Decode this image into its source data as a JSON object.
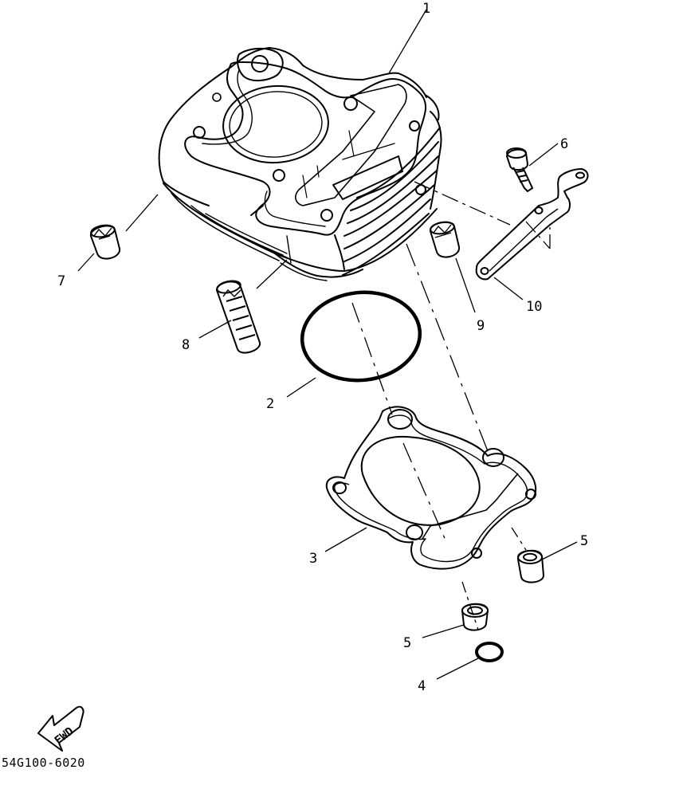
{
  "callouts": [
    {
      "id": "1",
      "label": "1"
    },
    {
      "id": "2",
      "label": "2"
    },
    {
      "id": "3",
      "label": "3"
    },
    {
      "id": "4",
      "label": "4"
    },
    {
      "id": "5a",
      "label": "5"
    },
    {
      "id": "5b",
      "label": "5"
    },
    {
      "id": "6",
      "label": "6"
    },
    {
      "id": "7",
      "label": "7"
    },
    {
      "id": "8",
      "label": "8"
    },
    {
      "id": "9",
      "label": "9"
    },
    {
      "id": "10",
      "label": "10"
    }
  ],
  "figure_code": "54G100-6020",
  "fwd_label": "FWD"
}
